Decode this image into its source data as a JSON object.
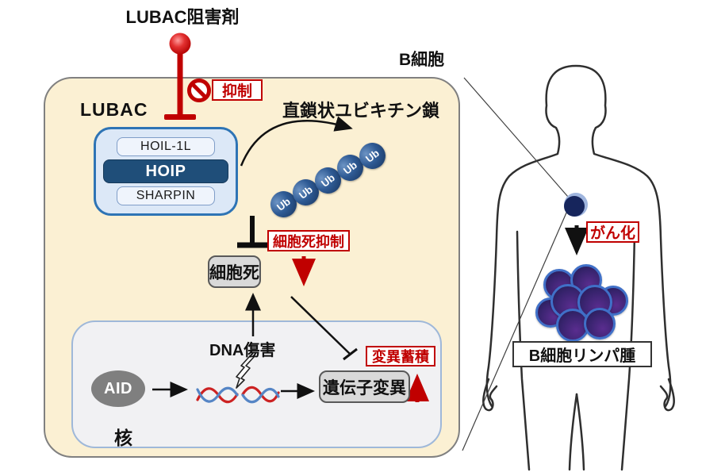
{
  "inhibitor": {
    "label": "LUBAC阻害剤",
    "suppression_badge": "抑制"
  },
  "lubac": {
    "label": "LUBAC",
    "subunits": [
      "HOIL-1L",
      "HOIP",
      "SHARPIN"
    ]
  },
  "ubiquitin": {
    "chain_label": "直鎖状ユビキチン鎖",
    "unit_label": "Ub"
  },
  "cell_death": {
    "box_label": "細胞死",
    "suppression_badge": "細胞死抑制"
  },
  "nucleus": {
    "label": "核",
    "aid": "AID",
    "dna_damage": "DNA傷害",
    "gene_mutation": "遺伝子変異",
    "mutation_accumulation_badge": "変異蓄積"
  },
  "body": {
    "b_cell_label": "B細胞",
    "oncogenesis_badge": "がん化",
    "lymphoma_label": "B細胞リンパ腫"
  },
  "colors": {
    "cell_fill": "#FBF0D3",
    "cell_border": "#808080",
    "nucleus_fill": "#F1F1F3",
    "nucleus_border": "#9FB8D9",
    "accent_red": "#C00000",
    "lubac_fill": "#DCE8F7",
    "lubac_border": "#2E74B5",
    "hoip_fill": "#1F4E79",
    "subunit_fill": "#EFF4FC",
    "gray_box_fill": "#D9D9D9",
    "gray_box_border": "#595959",
    "aid_fill": "#7F7F7F",
    "ub_fill": "#17335C",
    "tumor_border": "#4070C8",
    "tumor_fill": "#3A2470",
    "b_cell_dot": "#16255C",
    "dna_red": "#CC2222",
    "dna_blue": "#5585C5"
  }
}
